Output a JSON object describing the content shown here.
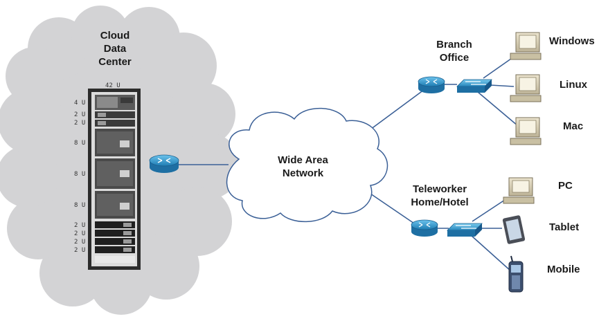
{
  "data_center": {
    "title_lines": [
      "Cloud",
      "Data",
      "Center"
    ],
    "rack_label": "42 U",
    "unit_labels": [
      "4 U",
      "2 U",
      "2 U",
      "8 U",
      "8 U",
      "8 U",
      "2 U",
      "2 U",
      "2 U",
      "2 U"
    ]
  },
  "wan": {
    "label_lines": [
      "Wide Area",
      "Network"
    ]
  },
  "branch": {
    "label_lines": [
      "Branch",
      "Office"
    ]
  },
  "teleworker": {
    "label_lines": [
      "Teleworker",
      "Home/Hotel"
    ]
  },
  "devices": {
    "windows": "Windows",
    "linux": "Linux",
    "mac": "Mac",
    "pc": "PC",
    "tablet": "Tablet",
    "mobile": "Mobile"
  },
  "colors": {
    "cloud_fill": "#d3d3d5",
    "wan_cloud_fill": "#ffffff",
    "router_fill": "#2b8fc6",
    "switch_fill": "#2b8fc6",
    "link": "#3a5f96",
    "rack": "#2c2c2c"
  }
}
